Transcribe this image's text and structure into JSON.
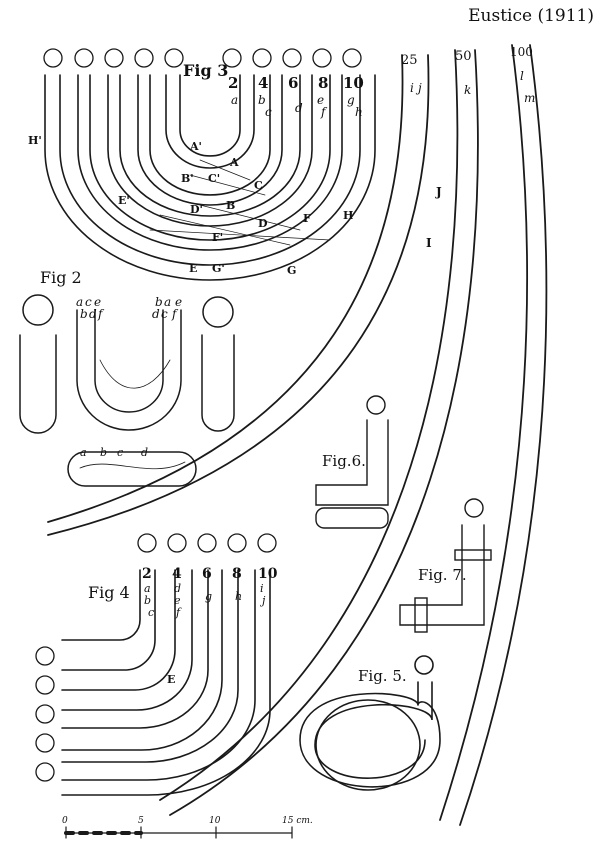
{
  "header": {
    "author_caption": "Eustice (1911)"
  },
  "figures": {
    "fig2": {
      "label": "Fig 2",
      "letters": [
        "a",
        "c",
        "e",
        "b",
        "d",
        "f",
        "b",
        "a",
        "e",
        "d",
        "c",
        "f",
        "a",
        "b",
        "c",
        "d"
      ]
    },
    "fig3": {
      "label": "Fig 3",
      "tube_numbers": [
        "2",
        "4",
        "6",
        "8",
        "10"
      ],
      "tube_letters": [
        "a",
        "b",
        "c",
        "d",
        "e",
        "f",
        "g",
        "h"
      ],
      "curve_letters": [
        "A",
        "A'",
        "B",
        "B'",
        "C",
        "C'",
        "D",
        "D'",
        "E",
        "E'",
        "F",
        "F'",
        "G",
        "G'",
        "H",
        "H'"
      ]
    },
    "fig4": {
      "label": "Fig 4",
      "tube_numbers": [
        "2",
        "4",
        "6",
        "8",
        "10"
      ],
      "tube_letters": [
        "a",
        "b",
        "c",
        "d",
        "e",
        "f",
        "g",
        "h",
        "i",
        "j"
      ],
      "curve_letter": "E"
    },
    "fig5": {
      "label": "Fig. 5."
    },
    "fig6": {
      "label": "Fig.6."
    },
    "fig7": {
      "label": "Fig. 7."
    },
    "large_tubes": {
      "numbers": [
        "25",
        "50",
        "100"
      ],
      "letters": [
        "i",
        "j",
        "k",
        "l",
        "m"
      ],
      "curve_letters": [
        "J",
        "I"
      ]
    }
  },
  "scale_bar": {
    "ticks": [
      "0",
      "5",
      "10",
      "15 cm."
    ]
  }
}
